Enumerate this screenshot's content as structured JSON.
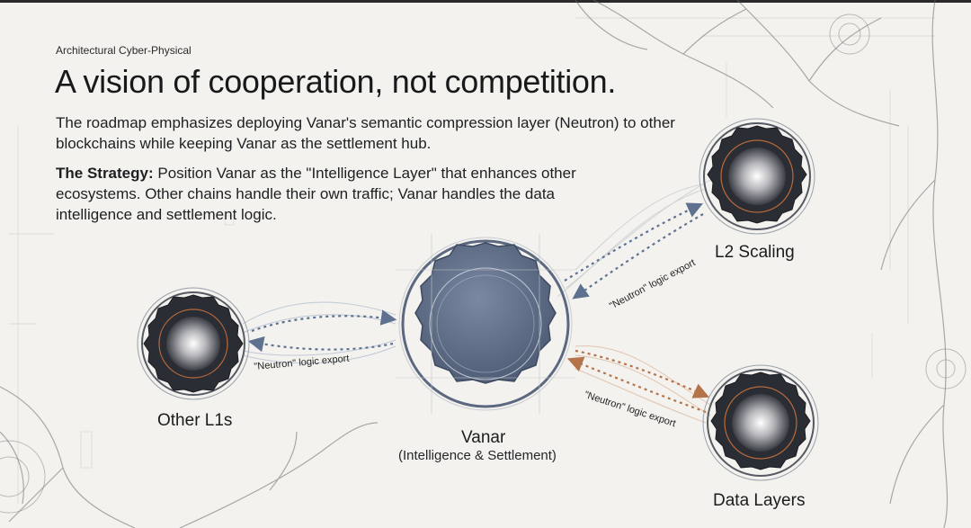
{
  "header": {
    "eyebrow": "Architectural Cyber-Physical",
    "title": "A vision of cooperation, not competition.",
    "paragraph": "The roadmap emphasizes deploying Vanar's semantic compression layer (Neutron) to other blockchains while keeping Vanar as the settlement hub.",
    "strategy_label": "The Strategy:",
    "strategy_text": " Position Vanar as the \"Intelligence Layer\" that enhances other ecosystems. Other chains handle their own traffic; Vanar handles the data intelligence and settlement logic."
  },
  "nodes": {
    "hub": {
      "name": "Vanar",
      "subtitle": "(Intelligence & Settlement)"
    },
    "other_l1s": {
      "name": "Other L1s"
    },
    "l2_scaling": {
      "name": "L2 Scaling"
    },
    "data_layers": {
      "name": "Data Layers"
    }
  },
  "edges": {
    "left_label": "\"Neutron\" logic export",
    "top_right_label": "\"Neutron\" logic export",
    "bottom_right_label": "\"Neutron\" logic export"
  },
  "colors": {
    "background": "#f3f2ee",
    "hub_fill": "#5f6d87",
    "node_dark": "#2a2d33",
    "copper": "#b86a3c",
    "blue_arrow": "#5e7290",
    "orange_arrow": "#b5734a"
  }
}
